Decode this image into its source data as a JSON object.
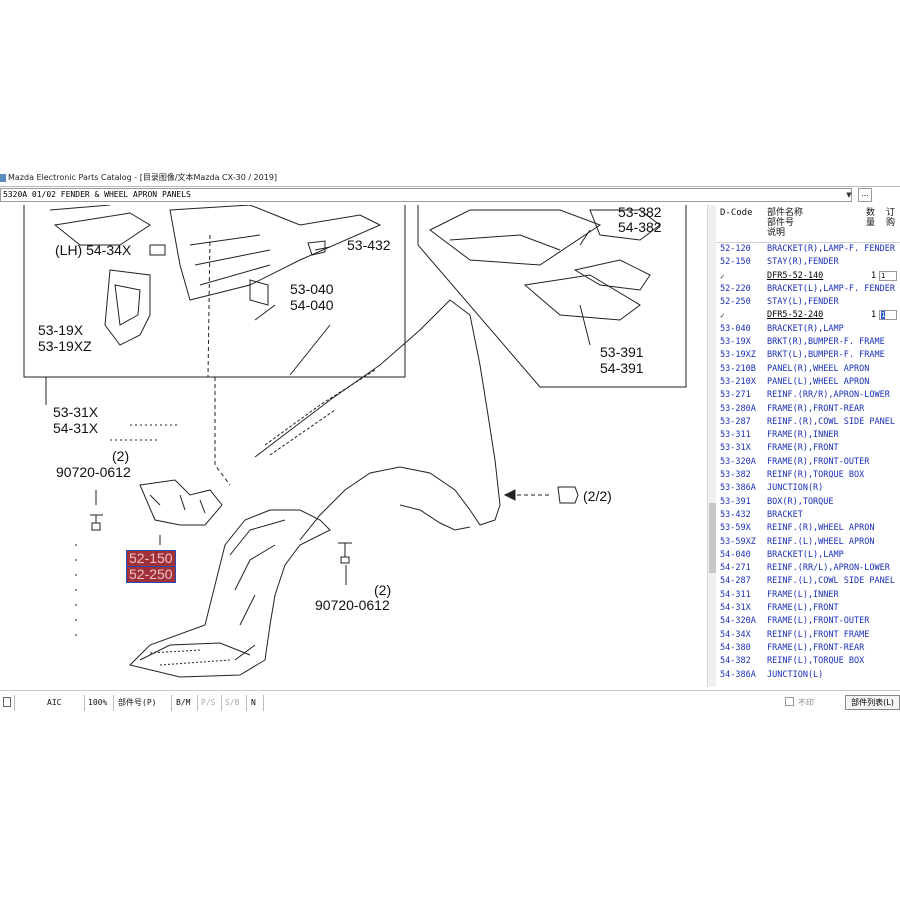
{
  "window": {
    "title": "Mazda Electronic Parts Catalog - [目录图像/文本Mazda CX-30 / 2019]"
  },
  "section": {
    "selected": "5320A 01/02 FENDER & WHEEL APRON PANELS",
    "more_label": "..."
  },
  "diagram": {
    "callouts": {
      "lh_54_34x": "(LH) 54-34X",
      "c_53_432": "53-432",
      "c_53_040": "53-040",
      "c_54_040": "54-040",
      "c_53_19x": "53-19X",
      "c_53_19xz": "53-19XZ",
      "c_53_31x": "53-31X",
      "c_54_31x": "54-31X",
      "c_qty2_a": "(2)",
      "c_bolt_a": "90720-0612",
      "c_52_150": "52-150",
      "c_52_250": "52-250",
      "c_qty2_b": "(2)",
      "c_bolt_b": "90720-0612",
      "c_page": "(2/2)",
      "c_53_382": "53-382",
      "c_54_382": "54-382",
      "c_53_391": "53-391",
      "c_54_391": "54-391"
    }
  },
  "parts_panel": {
    "headers": {
      "dcode": "D-Code",
      "name_line1": "部件名称",
      "name_line2": "部件号",
      "name_line3": "说明",
      "qty": "数量",
      "order": "订购"
    },
    "rows": [
      {
        "code": "52-120",
        "desc": "BRACKET(R),LAMP-F. FENDER"
      },
      {
        "code": "52-150",
        "desc": "STAY(R),FENDER"
      },
      {
        "sub": true,
        "check": "✓",
        "part_no": "DFR5-52-140",
        "qty": "1",
        "order": "1",
        "selected": false
      },
      {
        "code": "52-220",
        "desc": "BRACKET(L),LAMP-F. FENDER"
      },
      {
        "code": "52-250",
        "desc": "STAY(L),FENDER"
      },
      {
        "sub": true,
        "check": "✓",
        "part_no": "DFR5-52-240",
        "qty": "1",
        "order": "1",
        "selected": true
      },
      {
        "code": "53-040",
        "desc": "BRACKET(R),LAMP"
      },
      {
        "code": "53-19X",
        "desc": "BRKT(R),BUMPER-F. FRAME"
      },
      {
        "code": "53-19XZ",
        "desc": "BRKT(L),BUMPER-F. FRAME"
      },
      {
        "code": "53-210B",
        "desc": "PANEL(R),WHEEL APRON"
      },
      {
        "code": "53-210X",
        "desc": "PANEL(L),WHEEL APRON"
      },
      {
        "code": "53-271",
        "desc": "REINF.(RR/R),APRON-LOWER"
      },
      {
        "code": "53-280A",
        "desc": "FRAME(R),FRONT-REAR"
      },
      {
        "code": "53-287",
        "desc": "REINF.(R),COWL SIDE PANEL"
      },
      {
        "code": "53-311",
        "desc": "FRAME(R),INNER"
      },
      {
        "code": "53-31X",
        "desc": "FRAME(R),FRONT"
      },
      {
        "code": "53-320A",
        "desc": "FRAME(R),FRONT-OUTER"
      },
      {
        "code": "53-382",
        "desc": "REINF(R),TORQUE BOX"
      },
      {
        "code": "53-386A",
        "desc": "JUNCTION(R)"
      },
      {
        "code": "53-391",
        "desc": "BOX(R),TORQUE"
      },
      {
        "code": "53-432",
        "desc": "BRACKET"
      },
      {
        "code": "53-59X",
        "desc": "REINF.(R),WHEEL APRON"
      },
      {
        "code": "53-59XZ",
        "desc": "REINF.(L),WHEEL APRON"
      },
      {
        "code": "54-040",
        "desc": "BRACKET(L),LAMP"
      },
      {
        "code": "54-271",
        "desc": "REINF.(RR/L),APRON-LOWER"
      },
      {
        "code": "54-287",
        "desc": "REINF.(L),COWL SIDE PANEL"
      },
      {
        "code": "54-311",
        "desc": "FRAME(L),INNER"
      },
      {
        "code": "54-31X",
        "desc": "FRAME(L),FRONT"
      },
      {
        "code": "54-320A",
        "desc": "FRAME(L),FRONT-OUTER"
      },
      {
        "code": "54-34X",
        "desc": "REINF(L),FRONT FRAME"
      },
      {
        "code": "54-380",
        "desc": "FRAME(L),FRONT-REAR"
      },
      {
        "code": "54-382",
        "desc": "REINF(L),TORQUE BOX"
      },
      {
        "code": "54-386A",
        "desc": "JUNCTION(L)"
      }
    ]
  },
  "toolbar": {
    "aic": "AIC",
    "zoom": "100%",
    "part_no": "部件号(P)",
    "bm": "B/M",
    "ps": "P/S",
    "sb": "S/B",
    "n": "N",
    "no_print": "不印",
    "parts_list": "部件列表(L)"
  }
}
